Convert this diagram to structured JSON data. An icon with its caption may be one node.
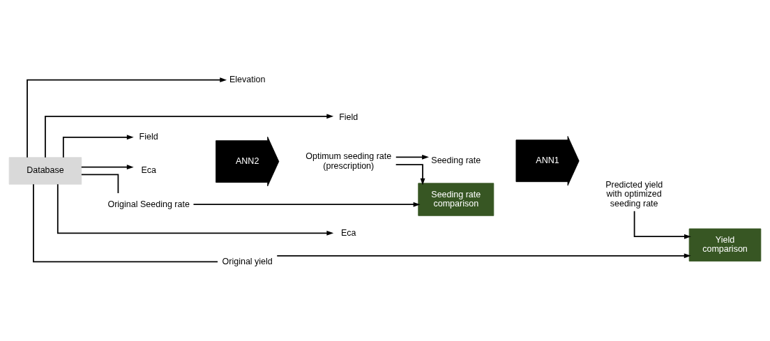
{
  "diagram": {
    "nodes": [
      {
        "text": [
          "Database"
        ]
      },
      {
        "text": [
          "Eca"
        ]
      },
      {
        "text": [
          "Field"
        ]
      },
      {
        "text": [
          "ANN2"
        ]
      },
      {
        "text": [
          "Optimum seeding rate (prescription)"
        ]
      },
      {
        "text": [
          "Eca"
        ]
      },
      {
        "text": [
          "Elevation"
        ]
      },
      {
        "text": [
          "Field"
        ]
      },
      {
        "text": [
          "Seeding rate"
        ]
      },
      {
        "text": [
          "ANN1"
        ]
      },
      {
        "text": [
          "Predicted yield with optimized seeding rate"
        ]
      },
      {
        "text": [
          "Original Seeding rate"
        ]
      },
      {
        "text": [
          "Seeding rate comparison"
        ]
      },
      {
        "text": [
          "Yield comparison"
        ]
      },
      {
        "text": [
          "Original yield"
        ]
      }
    ],
    "edges": [
      {
        "from": 0,
        "to": 1,
        "arrow": "to"
      },
      {
        "from": 0,
        "to": 2,
        "arrow": "to"
      },
      {
        "from": 0,
        "to": 11,
        "arrow": "none"
      },
      {
        "from": 0,
        "to": 5,
        "arrow": "to"
      },
      {
        "from": 0,
        "to": 6,
        "arrow": "to"
      },
      {
        "from": 0,
        "to": 7,
        "arrow": "to"
      },
      {
        "from": 0,
        "to": 14,
        "arrow": "none"
      },
      {
        "from": 4,
        "to": 8,
        "arrow": "to"
      },
      {
        "from": 4,
        "to": 12,
        "arrow": "to"
      },
      {
        "from": 10,
        "to": 13,
        "arrow": "to"
      },
      {
        "from": 11,
        "to": 12,
        "arrow": "to"
      },
      {
        "from": 14,
        "to": 13,
        "arrow": "to"
      }
    ]
  }
}
